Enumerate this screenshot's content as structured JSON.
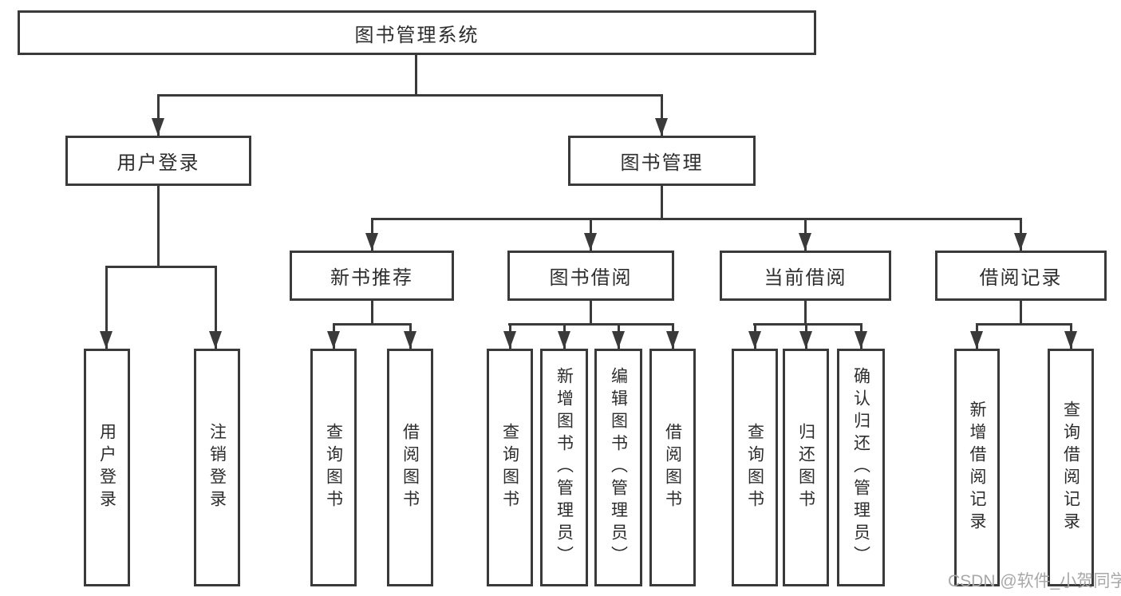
{
  "colors": {
    "line": "#3a3a3a",
    "ink": "#2d2d2d",
    "box_bg": "#ffffff",
    "watermark": "#a8a8a8"
  },
  "boxes": {
    "root": "图书管理系统",
    "l2": [
      "用户登录",
      "图书管理"
    ],
    "l3": [
      "新书推荐",
      "图书借阅",
      "当前借阅",
      "借阅记录"
    ],
    "l4": {
      "login": [
        "用户登录",
        "注销登录"
      ],
      "new_books": [
        "查询图书",
        "借阅图书"
      ],
      "borrow": [
        "查询图书",
        "新增图书（管理员）",
        "编辑图书（管理员）",
        "借阅图书"
      ],
      "current": [
        "查询图书",
        "归还图书",
        "确认归还（管理员）"
      ],
      "records": [
        "新增借阅记录",
        "查询借阅记录"
      ]
    }
  },
  "watermark": "CSDN @软件_小贺同学"
}
